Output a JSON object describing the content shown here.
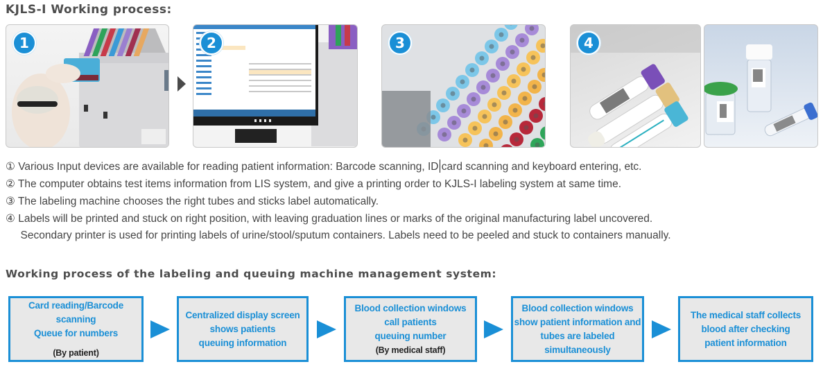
{
  "title": "KJLS-I Working process:",
  "steps": [
    {
      "badge": "1",
      "name": "input-devices"
    },
    {
      "badge": "2",
      "name": "computer-lis"
    },
    {
      "badge": "3",
      "name": "labeling-machine"
    },
    {
      "badge": "4",
      "name": "labeled-tubes"
    }
  ],
  "descriptions": [
    "①  Various Input devices are available for reading patient information: Barcode scanning, ID card scanning and keyboard entering, etc.",
    "② The computer obtains test items information from LIS system, and give a printing order to KJLS-I labeling system at same time.",
    "③ The labeling machine chooses the right tubes and sticks label automatically.",
    "④ Labels will be printed and stuck on right position, with leaving graduation lines or marks of the original manufacturing label uncovered.",
    "     Secondary printer is used for printing labels of urine/stool/sputum containers. Labels need to be peeled and stuck to containers manually."
  ],
  "flow_title": "Working process of the labeling and queuing machine management system:",
  "flow": [
    {
      "lines": [
        "Card reading/Barcode scanning",
        "Queue for numbers"
      ],
      "note": "(By patient)"
    },
    {
      "lines": [
        "Centralized display screen",
        "shows patients",
        "queuing information"
      ]
    },
    {
      "lines": [
        "Blood collection windows",
        "call patients",
        "queuing number"
      ],
      "note": "(By medical staff)"
    },
    {
      "lines": [
        "Blood collection windows",
        "show patient information and",
        "tubes are labeled",
        "simultaneously"
      ]
    },
    {
      "lines": [
        "The medical staff collects",
        "blood after checking",
        "patient information"
      ]
    }
  ],
  "colors": {
    "accent": "#1a8fd6",
    "box_bg": "#e8e8e8",
    "text": "#444444"
  }
}
